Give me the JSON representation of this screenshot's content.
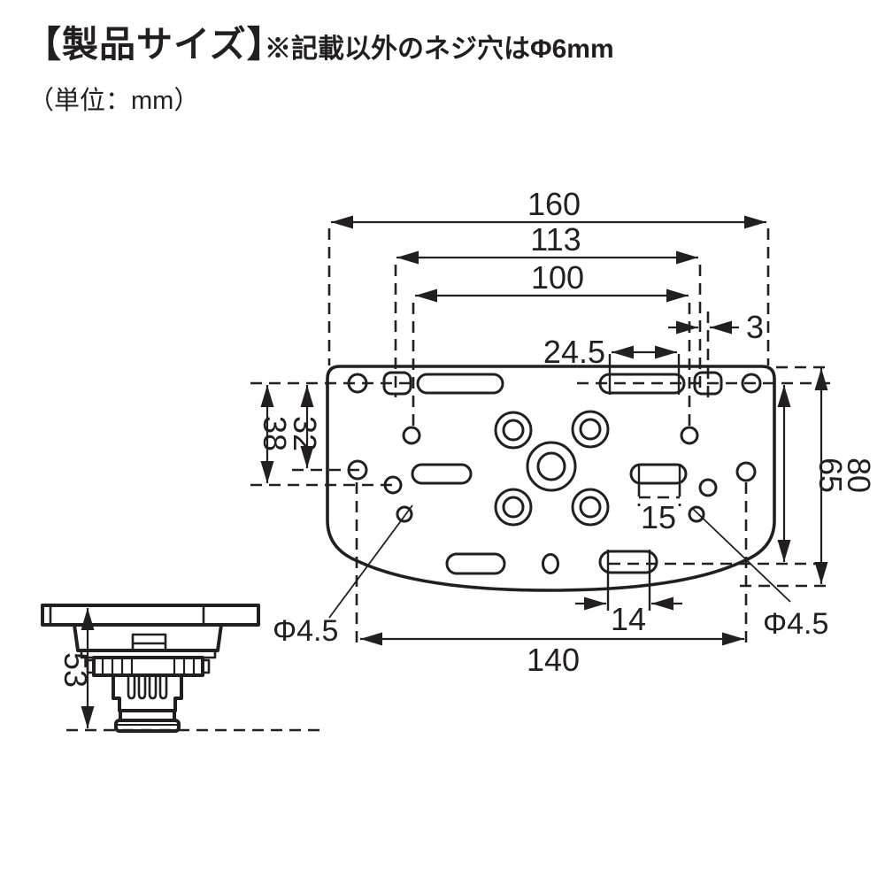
{
  "header": {
    "title": "【製品サイズ】",
    "note": "※記載以外のネジ穴はΦ6mm",
    "unit_label": "（単位：mm）"
  },
  "colors": {
    "ink": "#231f20",
    "background": "#ffffff"
  },
  "plan_view": {
    "dims": {
      "overall_width": "160",
      "upper_hole_span": "113",
      "inner_hole_span": "100",
      "edge_offset": "3",
      "top_slot_length": "24.5",
      "left_outer_height": "38",
      "left_inner_height": "32",
      "right_inner_height": "65",
      "right_outer_height": "80",
      "mid_slot_length": "15",
      "bottom_slot_length": "14",
      "bottom_hole_span": "140",
      "small_hole_dia_left": "Φ4.5",
      "small_hole_dia_right": "Φ4.5"
    }
  },
  "side_view": {
    "dims": {
      "height": "53"
    }
  }
}
